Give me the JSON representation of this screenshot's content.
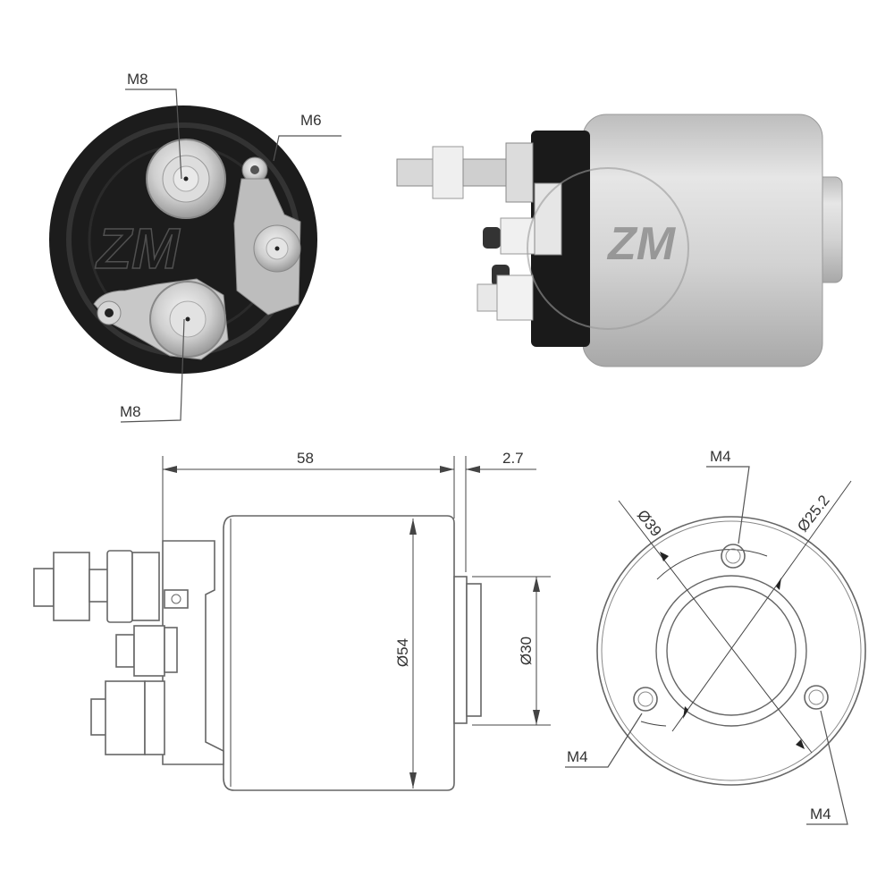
{
  "product": {
    "type": "starter solenoid technical drawing",
    "watermark": "ZM"
  },
  "photo_end_view": {
    "terminals": [
      {
        "id": "top",
        "label": "M8"
      },
      {
        "id": "side",
        "label": "M6"
      },
      {
        "id": "bottom",
        "label": "M8"
      }
    ]
  },
  "photo_side_view": {
    "caption": ""
  },
  "side_drawing": {
    "dimensions": {
      "length": "58",
      "protrusion": "2.7",
      "body_diameter": "Ø54",
      "boss_diameter": "Ø30"
    }
  },
  "front_drawing": {
    "dimensions": {
      "outer_diameter": "Ø39",
      "inner_diameter": "Ø25.2"
    },
    "holes": [
      {
        "id": "top",
        "label": "M4"
      },
      {
        "id": "left",
        "label": "M4"
      },
      {
        "id": "right",
        "label": "M4"
      }
    ]
  },
  "colors": {
    "line": "#555555",
    "housing_dark": "#1a1a1a",
    "metal_light": "#d9d9d9",
    "body_silver": "#cfcfcf"
  }
}
